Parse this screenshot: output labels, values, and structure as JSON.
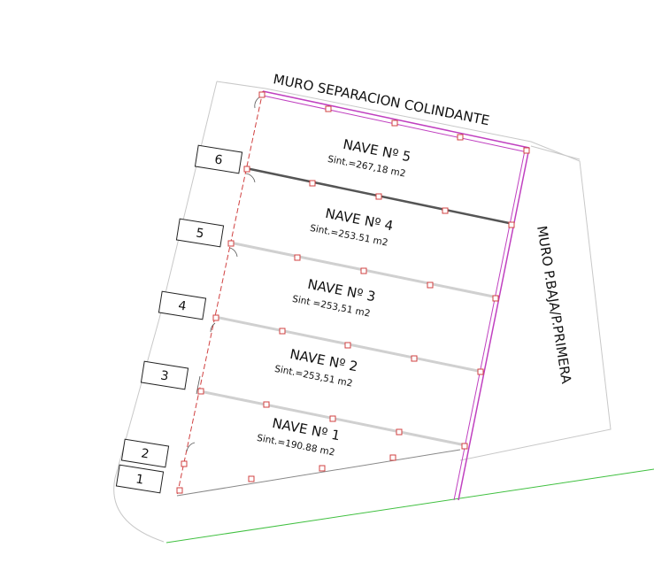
{
  "walls": {
    "top_label": "MURO SEPARACION COLINDANTE",
    "right_label": "MURO P.BAJA/P.PRIMERA"
  },
  "naves": [
    {
      "title": "NAVE Nº 5",
      "area": "Sint.=267,18 m2"
    },
    {
      "title": "NAVE Nº 4",
      "area": "Sint.=253.51 m2"
    },
    {
      "title": "NAVE Nº 3",
      "area": "Sint =253,51 m2"
    },
    {
      "title": "NAVE Nº 2",
      "area": "Sint.=253,51 m2"
    },
    {
      "title": "NAVE Nº 1",
      "area": "Sint.=190.88 m2"
    }
  ],
  "parking_boxes": [
    "6",
    "5",
    "4",
    "3",
    "2",
    "1"
  ],
  "colors": {
    "wall_magenta": "#c040c0",
    "column_red": "#d04040",
    "boundary_green": "#40c040",
    "outline_gray": "#b0b0b0",
    "divider_gray": "#555555"
  }
}
